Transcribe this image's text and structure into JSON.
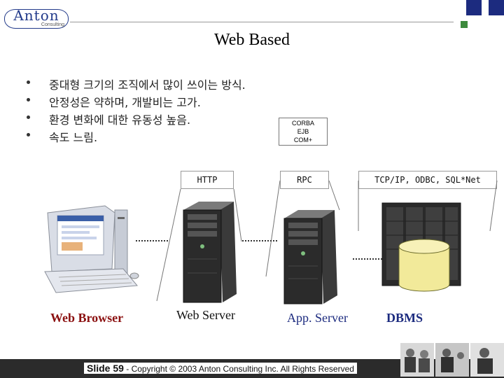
{
  "logo": {
    "name": "Anton",
    "sub": "Consulting"
  },
  "title": "Web Based",
  "bullets": [
    "중대형 크기의 조직에서 많이 쓰이는 방식.",
    "안정성은 약하며, 개발비는 고가.",
    "환경 변화에 대한 유동성 높음.",
    "속도 느림."
  ],
  "corba": {
    "line1": "CORBA",
    "line2": "EJB",
    "line3": "COM+"
  },
  "protocols": {
    "http": "HTTP",
    "rpc": "RPC",
    "tcp": "TCP/IP, ODBC, SQL*Net"
  },
  "captions": {
    "browser": "Web Browser",
    "web_server": "Web Server",
    "app_server": "App. Server",
    "dbms": "DBMS"
  },
  "footer": {
    "slide": "Slide 59",
    "copyright": " - Copyright © 2003 Anton Consulting Inc. All Rights Reserved"
  },
  "colors": {
    "brand_blue": "#1c2b7f",
    "accent_green": "#3c8a3c",
    "caption_red": "#8b1010",
    "footer_bar": "#2b2b2b"
  }
}
